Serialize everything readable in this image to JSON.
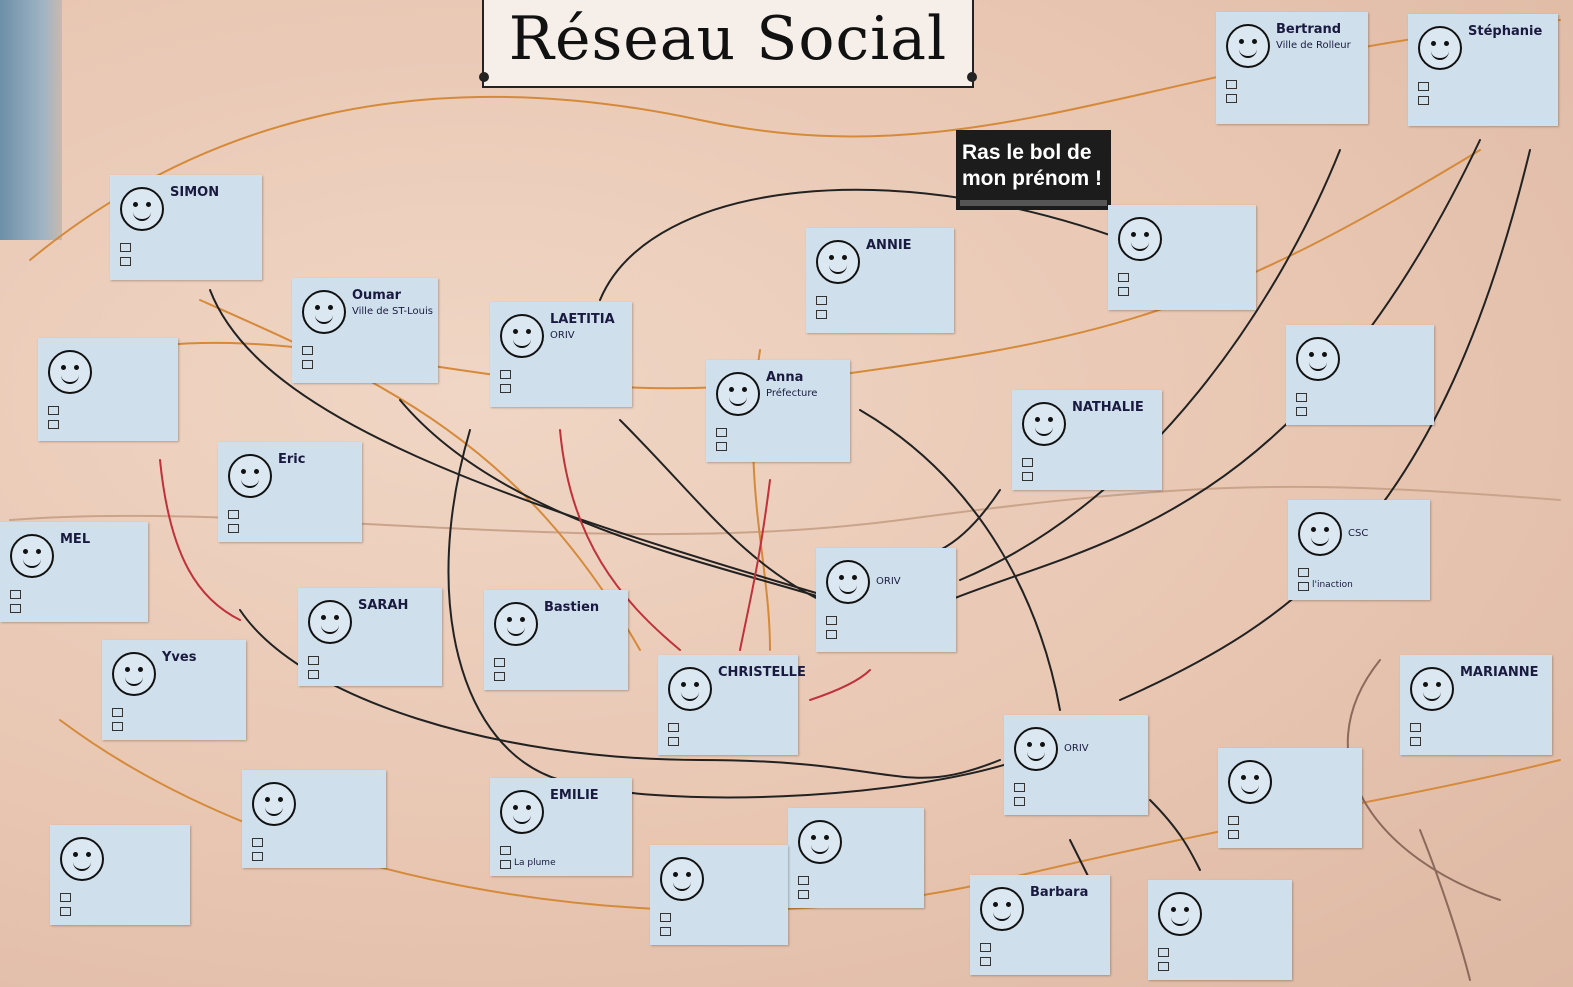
{
  "title": "Réseau Social",
  "clipping": {
    "line1": "Ras le bol de",
    "line2": "mon prénom !"
  },
  "cards": [
    {
      "id": "bertrand",
      "name": "Bertrand",
      "org": "Ville de Rolleur",
      "l1": "",
      "l2": ""
    },
    {
      "id": "stephanie",
      "name": "Stéphanie",
      "org": "",
      "l1": "",
      "l2": ""
    },
    {
      "id": "simon",
      "name": "SIMON",
      "org": "",
      "l1": "",
      "l2": ""
    },
    {
      "id": "oumar",
      "name": "Oumar",
      "org": "Ville de ST-Louis",
      "l1": "",
      "l2": ""
    },
    {
      "id": "laetitia",
      "name": "LAETITIA",
      "org": "ORIV",
      "l1": "",
      "l2": ""
    },
    {
      "id": "annie",
      "name": "ANNIE",
      "org": "",
      "l1": "",
      "l2": ""
    },
    {
      "id": "top-right-blank",
      "name": "",
      "org": "",
      "l1": "",
      "l2": ""
    },
    {
      "id": "marie-left",
      "name": "",
      "org": "",
      "l1": "",
      "l2": ""
    },
    {
      "id": "anna",
      "name": "Anna",
      "org": "Préfecture",
      "l1": "",
      "l2": ""
    },
    {
      "id": "nathalie",
      "name": "NATHALIE",
      "org": "",
      "l1": "",
      "l2": ""
    },
    {
      "id": "samia",
      "name": "",
      "org": "",
      "l1": "",
      "l2": ""
    },
    {
      "id": "eric",
      "name": "Eric",
      "org": "",
      "l1": "",
      "l2": ""
    },
    {
      "id": "mel",
      "name": "MEL",
      "org": "",
      "l1": "",
      "l2": ""
    },
    {
      "id": "nicolas",
      "name": "",
      "org": "CSC",
      "l1": "",
      "l2": "l'inaction"
    },
    {
      "id": "sarah",
      "name": "SARAH",
      "org": "",
      "l1": "",
      "l2": ""
    },
    {
      "id": "bastien",
      "name": "Bastien",
      "org": "",
      "l1": "",
      "l2": ""
    },
    {
      "id": "center-card",
      "name": "",
      "org": "ORIV",
      "l1": "",
      "l2": ""
    },
    {
      "id": "yves",
      "name": "Yves",
      "org": "",
      "l1": "",
      "l2": ""
    },
    {
      "id": "christelle",
      "name": "CHRISTELLE",
      "org": "",
      "l1": "",
      "l2": ""
    },
    {
      "id": "marianne",
      "name": "MARIANNE",
      "org": "",
      "l1": "",
      "l2": ""
    },
    {
      "id": "murielle",
      "name": "",
      "org": "ORIV",
      "l1": "",
      "l2": ""
    },
    {
      "id": "caroline",
      "name": "",
      "org": "",
      "l1": "",
      "l2": ""
    },
    {
      "id": "emilie",
      "name": "EMILIE",
      "org": "",
      "l1": "",
      "l2": "La plume"
    },
    {
      "id": "bottom-mid",
      "name": "",
      "org": "",
      "l1": "",
      "l2": ""
    },
    {
      "id": "bottom-left-blank",
      "name": "",
      "org": "",
      "l1": "",
      "l2": ""
    },
    {
      "id": "bottom-center",
      "name": "",
      "org": "",
      "l1": "",
      "l2": ""
    },
    {
      "id": "barbara",
      "name": "Barbara",
      "org": "",
      "l1": "",
      "l2": ""
    },
    {
      "id": "orange-card",
      "name": "",
      "org": "",
      "l1": "",
      "l2": ""
    },
    {
      "id": "gilda",
      "name": "",
      "org": "",
      "l1": "",
      "l2": ""
    }
  ],
  "colors": {
    "board": "#e9c9b6",
    "card": "#cfe0ec",
    "ink": "#1f1f1f",
    "orange_thread": "#d58a3a",
    "red_arrow": "#c0313a"
  }
}
